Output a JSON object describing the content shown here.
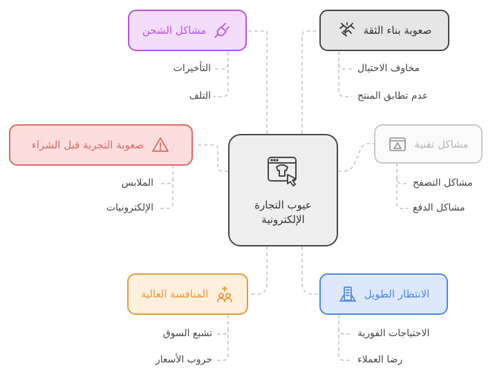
{
  "center": {
    "line1": "عيوب التجارة",
    "line2": "الإلكترونية",
    "icon": "online-shopping-icon"
  },
  "branches": [
    {
      "id": "shipping",
      "label": "مشاكل الشحن",
      "icon": "plug-icon",
      "color": "#b552e0",
      "fill": "#f3ddfa",
      "items": [
        "التأخيرات",
        "التلف"
      ]
    },
    {
      "id": "trust",
      "label": "صعوبة بناء الثقة",
      "icon": "broken-handshake-icon",
      "color": "#444444",
      "fill": "#e6e6e6",
      "items": [
        "مخاوف الاحتيال",
        "عدم تطابق المنتج"
      ]
    },
    {
      "id": "trial",
      "label": "صعوبة التجربة قبل الشراء",
      "icon": "warning-icon",
      "color": "#e06666",
      "fill": "#fcdede",
      "items": [
        "الملابس",
        "الإلكترونيات"
      ]
    },
    {
      "id": "tech",
      "label": "مشاكل تقنية",
      "icon": "browser-warning-icon",
      "color": "#c8c8c8",
      "fill": "#fafafa",
      "items": [
        "مشاكل التصفح",
        "مشاكل الدفع"
      ]
    },
    {
      "id": "competition",
      "label": "المنافسة العالية",
      "icon": "competition-icon",
      "color": "#e39a3b",
      "fill": "#fdf0dd",
      "items": [
        "تشبع السوق",
        "حروب الأسعار"
      ]
    },
    {
      "id": "waiting",
      "label": "الانتظار الطويل",
      "icon": "hourglass-building-icon",
      "color": "#4a86e8",
      "fill": "#dde9fb",
      "items": [
        "الاحتياجات الفورية",
        "رضا العملاء"
      ]
    }
  ]
}
